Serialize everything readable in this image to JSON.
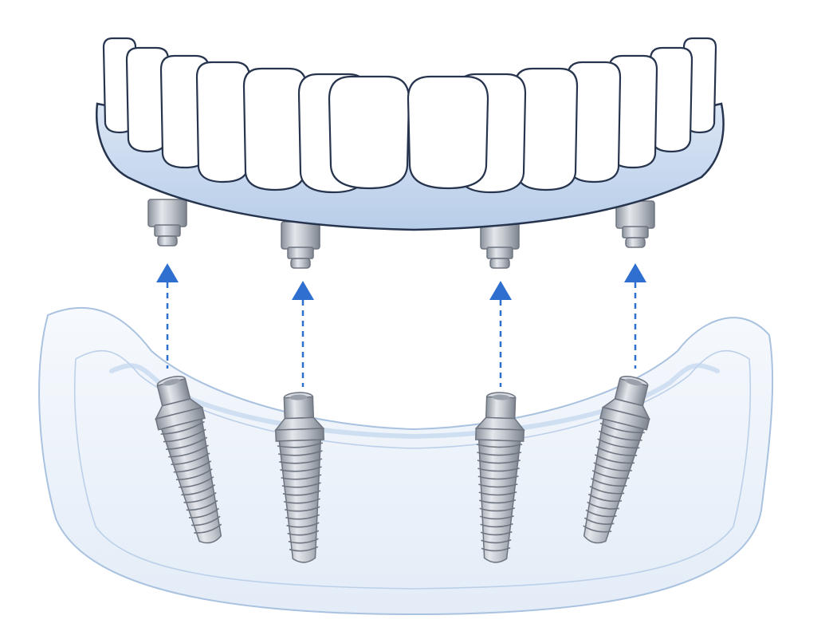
{
  "diagram": {
    "colors": {
      "background": "#ffffff",
      "gum_fill": "#c9d9ef",
      "gum_stroke": "#26344d",
      "tooth_fill": "#ffffff",
      "tooth_stroke": "#26344d",
      "jaw_fill": "#eef4fb",
      "jaw_stroke": "#a9c2e0",
      "arrow": "#2f6fd0",
      "metal_light": "#e4e7ec",
      "metal_dark": "#8b929c"
    },
    "parts": {
      "prosthesis": {
        "icon": "full-arch-denture",
        "tooth_count": 14,
        "abutment_count": 4
      },
      "jaw": {
        "icon": "lower-jaw-bone"
      },
      "implants": {
        "icon": "dental-implant-screw",
        "count": 4
      },
      "arrows": {
        "icon": "dashed-up-arrow",
        "count": 4
      }
    }
  }
}
